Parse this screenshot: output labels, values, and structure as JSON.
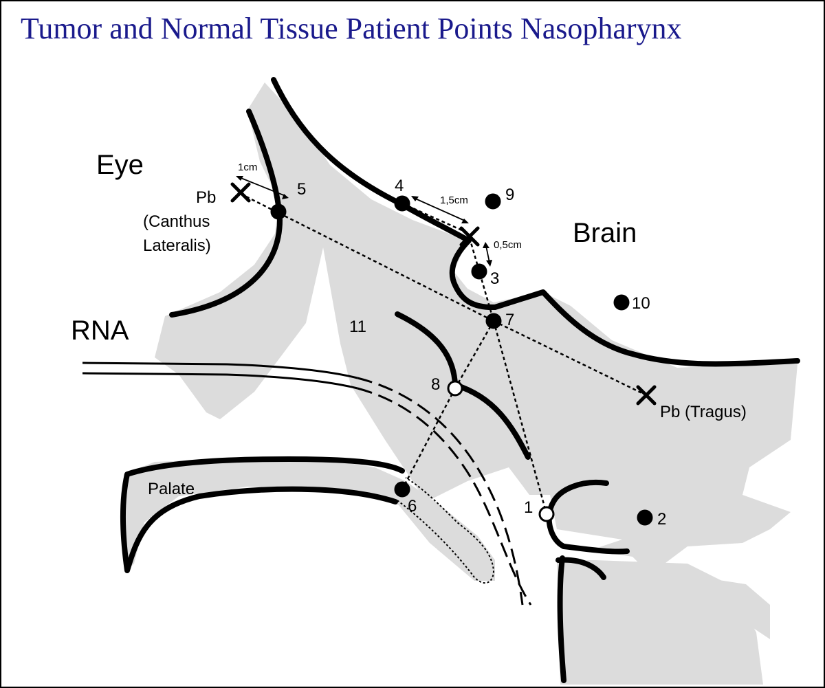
{
  "title": "Tumor and Normal Tissue Patient Points Nasopharynx",
  "colors": {
    "title": "#1a1a8c",
    "tissue": "#dcdcdc",
    "line": "#000000"
  },
  "regions": {
    "eye": "Eye",
    "brain": "Brain",
    "rna": "RNA",
    "palate": "Palate"
  },
  "reference_points": {
    "canthus_line1": "Pb",
    "canthus_line2": "(Canthus",
    "canthus_line3": "Lateralis)",
    "tragus": "Pb (Tragus)"
  },
  "measurements": {
    "d1": "1cm",
    "d2": "1,5cm",
    "d3": "0,5cm"
  },
  "points": [
    {
      "id": "1",
      "label": "1",
      "style": "open"
    },
    {
      "id": "2",
      "label": "2",
      "style": "filled"
    },
    {
      "id": "3",
      "label": "3",
      "style": "filled"
    },
    {
      "id": "4",
      "label": "4",
      "style": "filled"
    },
    {
      "id": "5",
      "label": "5",
      "style": "filled"
    },
    {
      "id": "6",
      "label": "6",
      "style": "filled"
    },
    {
      "id": "7",
      "label": "7",
      "style": "filled"
    },
    {
      "id": "8",
      "label": "8",
      "style": "open"
    },
    {
      "id": "9",
      "label": "9",
      "style": "filled"
    },
    {
      "id": "10",
      "label": "10",
      "style": "filled"
    },
    {
      "id": "11",
      "label": "11",
      "style": "none"
    }
  ]
}
